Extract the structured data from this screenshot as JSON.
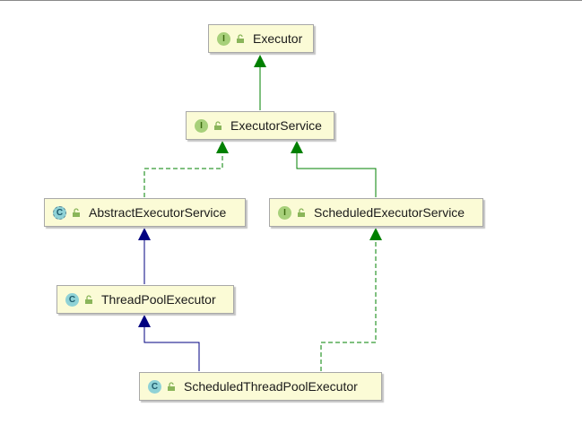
{
  "nodes": {
    "executor": {
      "name": "Executor",
      "badge": "I",
      "kind": "interface"
    },
    "executor_service": {
      "name": "ExecutorService",
      "badge": "I",
      "kind": "interface"
    },
    "abstract_executor_service": {
      "name": "AbstractExecutorService",
      "badge": "C",
      "kind": "abstract"
    },
    "scheduled_executor_service": {
      "name": "ScheduledExecutorService",
      "badge": "I",
      "kind": "interface"
    },
    "thread_pool_executor": {
      "name": "ThreadPoolExecutor",
      "badge": "C",
      "kind": "class"
    },
    "scheduled_thread_pool_executor": {
      "name": "ScheduledThreadPoolExecutor",
      "badge": "C",
      "kind": "class"
    }
  },
  "relations": [
    {
      "from": "executor_service",
      "to": "executor",
      "type": "interface-extends"
    },
    {
      "from": "abstract_executor_service",
      "to": "executor_service",
      "type": "implements"
    },
    {
      "from": "scheduled_executor_service",
      "to": "executor_service",
      "type": "interface-extends"
    },
    {
      "from": "thread_pool_executor",
      "to": "abstract_executor_service",
      "type": "class-extends"
    },
    {
      "from": "scheduled_thread_pool_executor",
      "to": "thread_pool_executor",
      "type": "class-extends"
    },
    {
      "from": "scheduled_thread_pool_executor",
      "to": "scheduled_executor_service",
      "type": "implements"
    }
  ],
  "colors": {
    "node_fill": "#fbfbd6",
    "interface_badge": "#a7d07a",
    "class_badge": "#8fd2d6",
    "extends_interface_arrow": "#008000",
    "extends_class_arrow": "#000080",
    "implements_arrow": "#008000"
  },
  "icons": {
    "visibility": "lock-icon"
  }
}
